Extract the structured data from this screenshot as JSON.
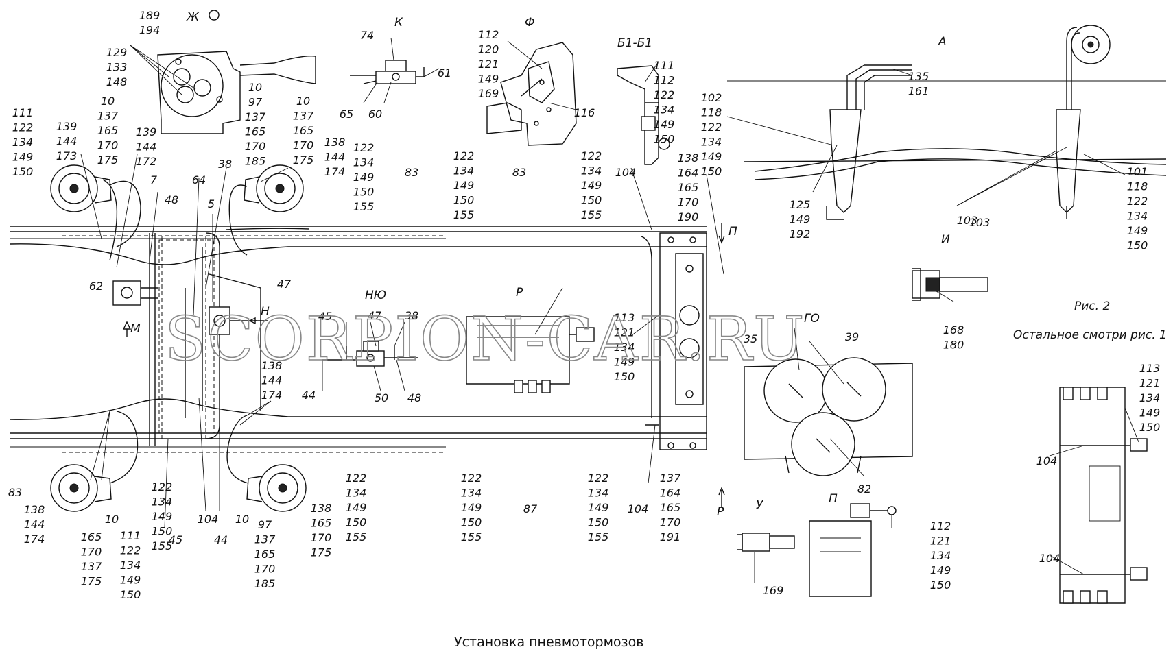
{
  "caption": "Установка пневмотормозов",
  "watermark": "SCORPION-CAR.RU",
  "notes": {
    "fig": "Рис. 2",
    "see": "Остальное смотри рис. 1"
  },
  "views": {
    "zh": "Ж",
    "k": "К",
    "f": "Ф",
    "b1": "Б1-Б1",
    "a": "А",
    "i": "И",
    "p_top": "П",
    "m": "М",
    "n": "Н",
    "nyu": "НЮ",
    "r": "Р",
    "go": "ГО",
    "r_bottom": "Р",
    "u": "У",
    "p_bottom": "П"
  },
  "labels": {
    "s1": [
      "189",
      "194"
    ],
    "s2": [
      "129",
      "133",
      "148"
    ],
    "s3": [
      "10",
      "97",
      "137",
      "165",
      "170",
      "185"
    ],
    "s4": [
      "10",
      "137",
      "165",
      "170",
      "175"
    ],
    "s5": [
      "10",
      "137",
      "165",
      "170",
      "175"
    ],
    "s6": [
      "139",
      "144",
      "173"
    ],
    "s7": [
      "139",
      "144",
      "172"
    ],
    "s8": [
      "111",
      "122",
      "134",
      "149",
      "150"
    ],
    "s9": [
      "7"
    ],
    "s10": [
      "48"
    ],
    "s11": [
      "64"
    ],
    "s12": [
      "38"
    ],
    "s13": [
      "5"
    ],
    "s14": [
      "138",
      "144",
      "174"
    ],
    "s15": [
      "122",
      "134",
      "149",
      "150",
      "155"
    ],
    "s16": [
      "83"
    ],
    "s17": [
      "122",
      "134",
      "149",
      "150",
      "155"
    ],
    "s18": [
      "83"
    ],
    "s19": [
      "122",
      "134",
      "149",
      "150",
      "155"
    ],
    "s20": [
      "104"
    ],
    "s21": [
      "138",
      "164",
      "165",
      "170",
      "190"
    ],
    "s22": [
      "74"
    ],
    "s23": [
      "61"
    ],
    "s24": [
      "65"
    ],
    "s25": [
      "60"
    ],
    "s26": [
      "112",
      "120",
      "121",
      "149",
      "169"
    ],
    "s27": [
      "116"
    ],
    "s28": [
      "111",
      "112",
      "122",
      "134",
      "149",
      "150"
    ],
    "s29": [
      "102",
      "118",
      "122",
      "134",
      "149",
      "150"
    ],
    "s30": [
      "135",
      "161"
    ],
    "s31": [
      "125",
      "149",
      "192"
    ],
    "s32": [
      "103"
    ],
    "s33": [
      "103"
    ],
    "s34": [
      "101",
      "118",
      "122",
      "134",
      "149",
      "150"
    ],
    "s35": [
      "62"
    ],
    "s36": [
      "47"
    ],
    "s37": [
      "45"
    ],
    "s38": [
      "47"
    ],
    "s39": [
      "38"
    ],
    "s40": [
      "44"
    ],
    "s41": [
      "50"
    ],
    "s42": [
      "48"
    ],
    "s43": [
      "113",
      "121",
      "134",
      "149",
      "150"
    ],
    "s44": [
      "35"
    ],
    "s45": [
      "39"
    ],
    "s46": [
      "168",
      "180"
    ],
    "s47": [
      "138",
      "144",
      "174"
    ],
    "s48": [
      "83"
    ],
    "s49": [
      "138",
      "144",
      "174"
    ],
    "s50": [
      "165",
      "170",
      "137",
      "175"
    ],
    "s51": [
      "10"
    ],
    "s52": [
      "111",
      "122",
      "134",
      "149",
      "150"
    ],
    "s53": [
      "122",
      "134",
      "149",
      "150",
      "155"
    ],
    "s54": [
      "45"
    ],
    "s55": [
      "104"
    ],
    "s56": [
      "44"
    ],
    "s57": [
      "10"
    ],
    "s58": [
      "97",
      "137",
      "165",
      "170",
      "185"
    ],
    "s59": [
      "138",
      "165",
      "170",
      "175"
    ],
    "s60": [
      "122",
      "134",
      "149",
      "150",
      "155"
    ],
    "s61": [
      "87"
    ],
    "s62": [
      "122",
      "134",
      "149",
      "150",
      "155"
    ],
    "s63": [
      "122",
      "134",
      "149",
      "150",
      "155"
    ],
    "s64": [
      "104"
    ],
    "s65": [
      "137",
      "164",
      "165",
      "170",
      "191"
    ],
    "s66": [
      "82"
    ],
    "s67": [
      "169"
    ],
    "s68": [
      "112",
      "121",
      "134",
      "149",
      "150"
    ],
    "s69": [
      "113",
      "121",
      "134",
      "149",
      "150"
    ],
    "s70": [
      "104"
    ],
    "s71": [
      "104"
    ]
  }
}
